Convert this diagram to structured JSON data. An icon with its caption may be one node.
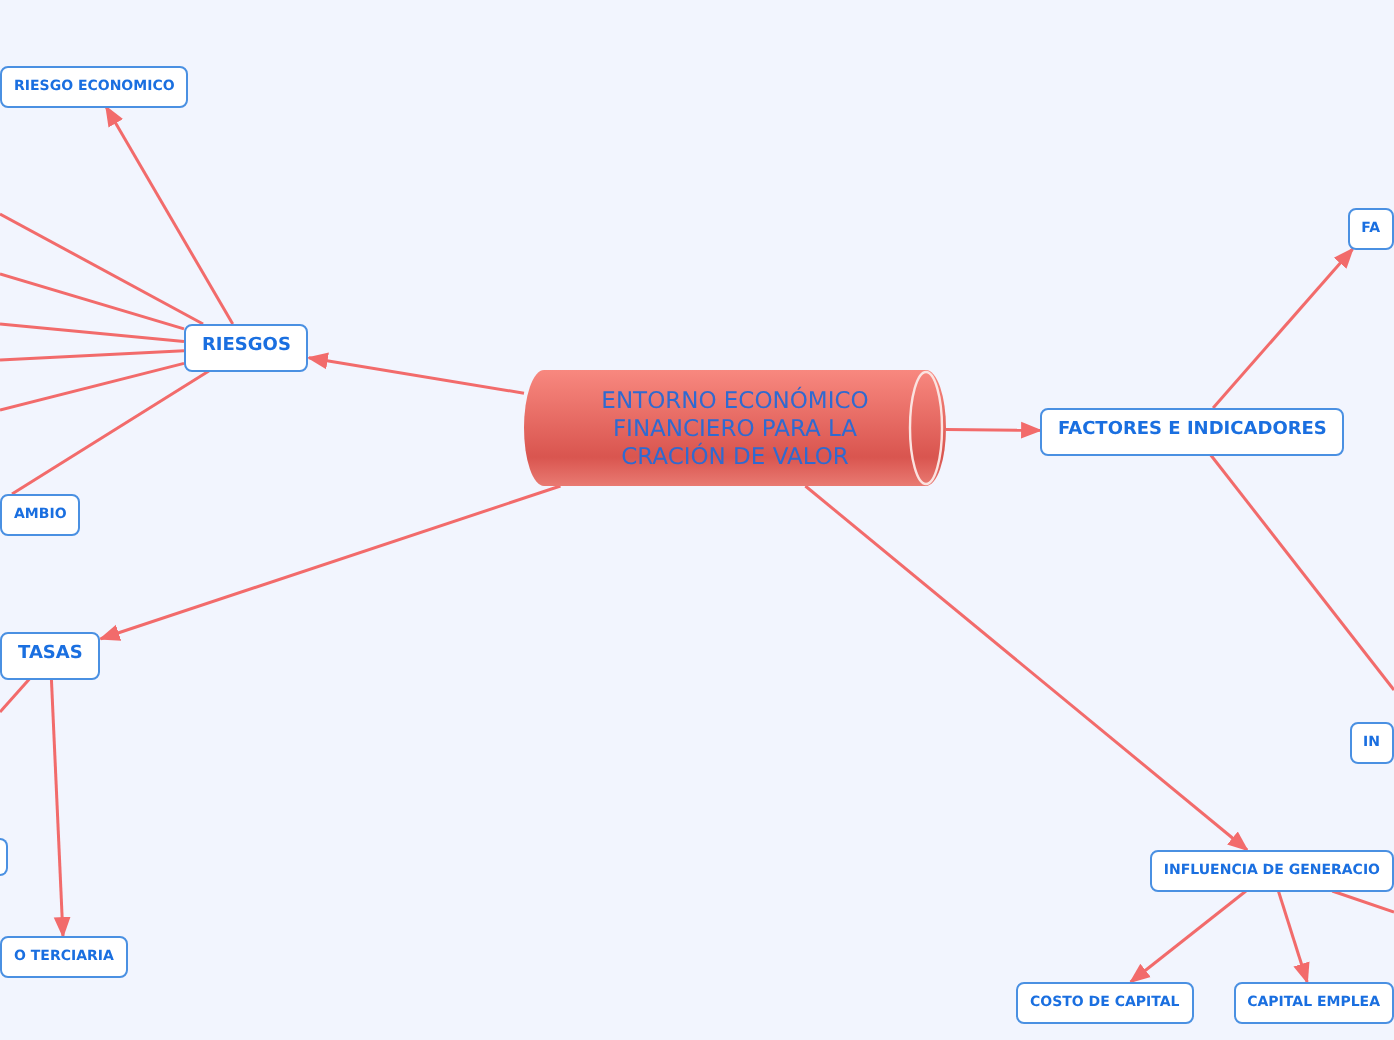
{
  "diagram": {
    "nodes": [
      {
        "text": [
          "ENTORNO ECONÓMICO FINANCIERO PARA LA CRACIÓN DE VALOR"
        ]
      },
      {
        "text": [
          "RIESGOS"
        ]
      },
      {
        "text": [
          "RIESGO ECONOMICO"
        ]
      },
      {
        "text": [
          "AMBIO"
        ]
      },
      {
        "text": [
          "TASAS"
        ]
      },
      {
        "text": [],
        "shape": "box"
      },
      {
        "text": [
          "O TERCIARIA"
        ]
      },
      {
        "text": [
          "FACTORES E INDICADORES"
        ]
      },
      {
        "text": [
          "FA"
        ]
      },
      {
        "text": [
          "IN"
        ]
      },
      {
        "text": [
          "INFLUENCIA DE GENERACIO"
        ]
      },
      {
        "text": [
          "COSTO DE CAPITAL"
        ]
      },
      {
        "text": [
          "CAPITAL EMPLEA"
        ]
      }
    ],
    "edges": [
      {
        "from": 0,
        "to": 1,
        "arrow": "to"
      },
      {
        "from": 1,
        "to": 2,
        "arrow": "to"
      },
      {
        "from": 1,
        "to": null,
        "arrow": "none"
      },
      {
        "from": 1,
        "to": null,
        "arrow": "none"
      },
      {
        "from": 1,
        "to": null,
        "arrow": "none"
      },
      {
        "from": 1,
        "to": null,
        "arrow": "none"
      },
      {
        "from": 1,
        "to": null,
        "arrow": "none"
      },
      {
        "from": 1,
        "to": 3,
        "arrow": "none"
      },
      {
        "from": 0,
        "to": 4,
        "arrow": "to"
      },
      {
        "from": 4,
        "to": null,
        "arrow": "none"
      },
      {
        "from": 4,
        "to": 6,
        "arrow": "to"
      },
      {
        "from": 0,
        "to": 7,
        "arrow": "to"
      },
      {
        "from": 7,
        "to": 8,
        "arrow": "to"
      },
      {
        "from": 7,
        "to": 9,
        "arrow": "none"
      },
      {
        "from": 0,
        "to": 10,
        "arrow": "to"
      },
      {
        "from": 10,
        "to": 11,
        "arrow": "to"
      },
      {
        "from": 10,
        "to": 12,
        "arrow": "to"
      },
      {
        "from": 10,
        "to": null,
        "arrow": "none"
      }
    ]
  }
}
